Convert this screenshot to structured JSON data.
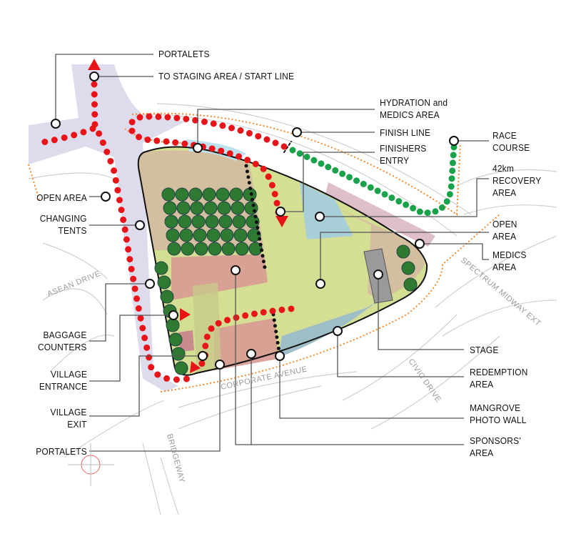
{
  "labels": {
    "portalets_top": "PORTALETS",
    "staging": "TO STAGING AREA / START LINE",
    "hydration": [
      "HYDRATION and",
      "MEDICS AREA"
    ],
    "finish_line": "FINISH LINE",
    "finishers_entry": [
      "FINISHERS",
      "ENTRY"
    ],
    "race_course": [
      "RACE",
      "COURSE"
    ],
    "recovery": [
      "42km",
      "RECOVERY",
      "AREA"
    ],
    "open_area_right": [
      "OPEN",
      "AREA"
    ],
    "medics_area": [
      "MEDICS",
      "AREA"
    ],
    "stage": "STAGE",
    "redemption": [
      "REDEMPTION",
      "AREA"
    ],
    "mangrove": [
      "MANGROVE",
      "PHOTO WALL"
    ],
    "sponsors": [
      "SPONSORS’",
      "AREA"
    ],
    "open_area_left": "OPEN AREA",
    "changing_tents": [
      "CHANGING",
      "TENTS"
    ],
    "baggage": [
      "BAGGAGE",
      "COUNTERS"
    ],
    "village_entrance": [
      "VILLAGE",
      "ENTRANCE"
    ],
    "village_exit": [
      "VILLAGE",
      "EXIT"
    ],
    "portalets_bottom": "PORTALETS"
  },
  "streets": {
    "asean": "ASEAN DRIVE",
    "corporate": "CORPORATE AVENUE",
    "spectrum": "SPECTRUM MIDWAY EXT",
    "civic": "CIVIC DRIVE",
    "bridgeway": "BRIDGEWAY"
  },
  "colors": {
    "route_red": "#e8141a",
    "race_green": "#1aa24a",
    "boundary_orange": "#f28a2e",
    "lawn": "#d4df94",
    "tan": "#d3bea0",
    "blue": "#9fc8d4",
    "pink": "#d79a93",
    "road": "#dcdcec"
  }
}
